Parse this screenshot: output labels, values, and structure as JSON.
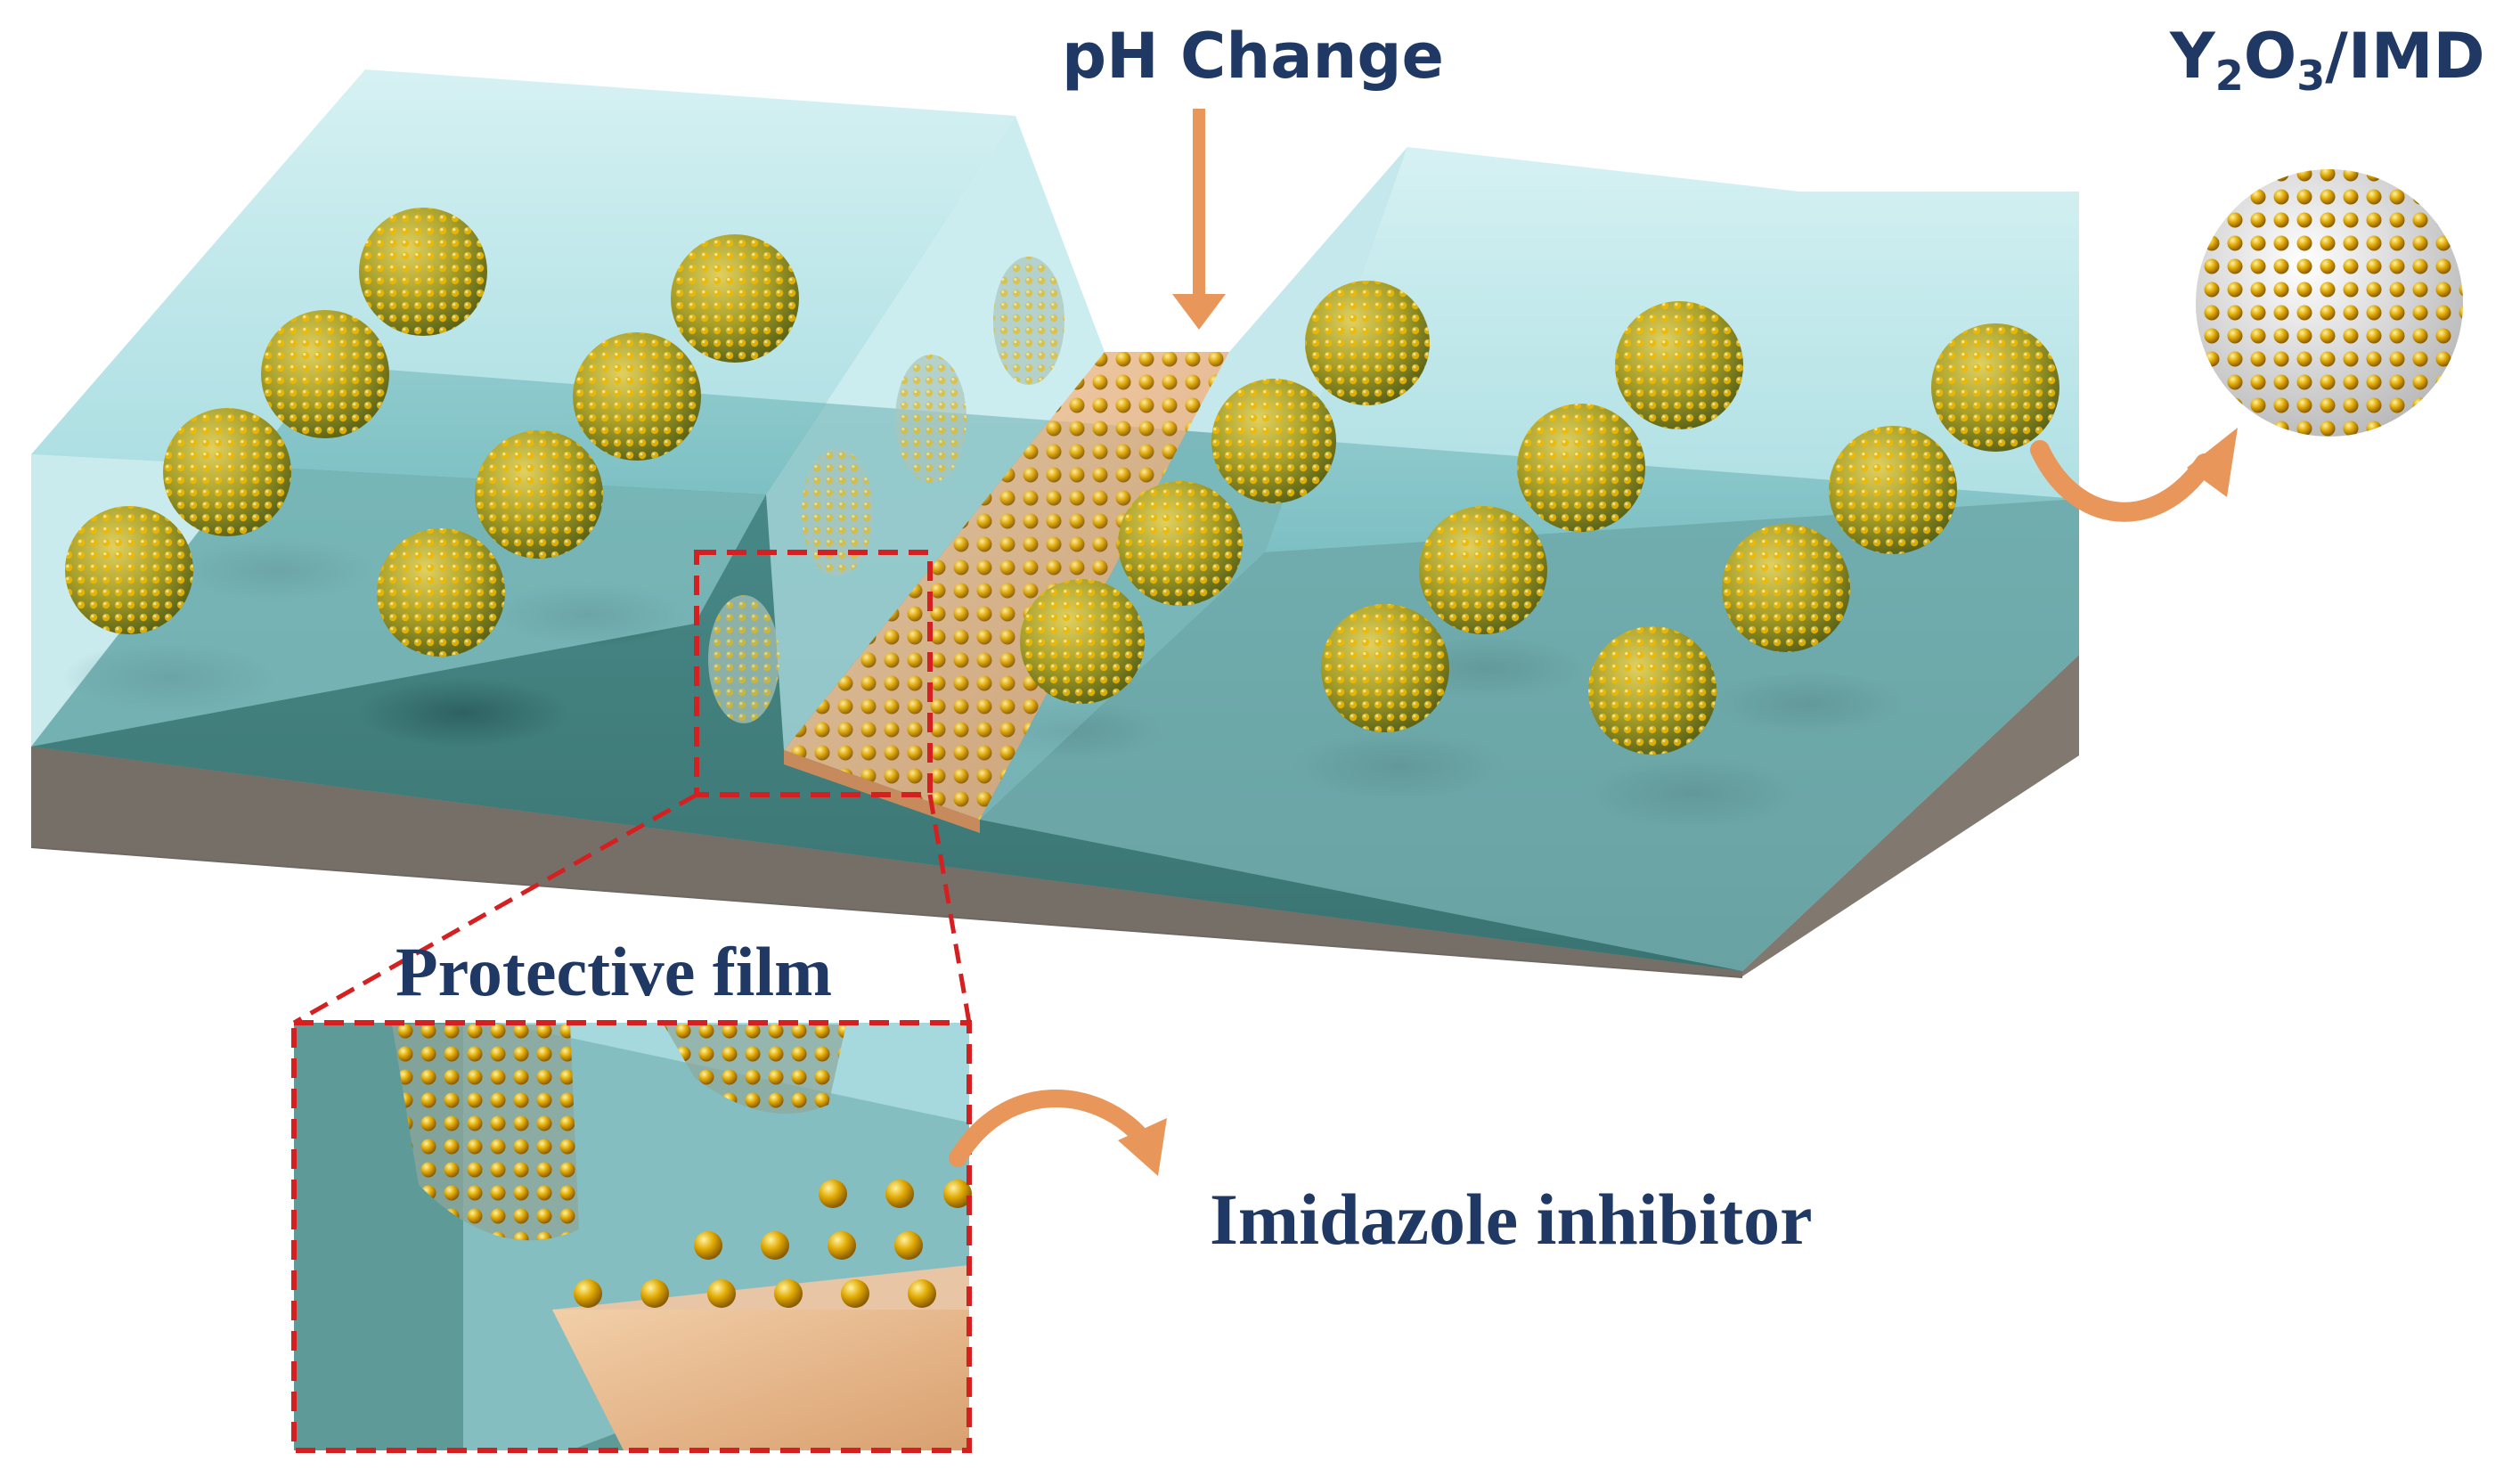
{
  "labels": {
    "ph_change": "pH Change",
    "y2o3_prefix": "Y",
    "y2o3_sub1": "2",
    "y2o3_mid": "O",
    "y2o3_sub2": "3",
    "y2o3_suffix": "/IMD",
    "protective_film": "Protective film",
    "imidazole_inhibitor": "Imidazole inhibitor"
  },
  "colors": {
    "text": "#1f3864",
    "arrow": "#e8965a",
    "dashed_box": "#d42020",
    "substrate_top": "#3f7f7f",
    "substrate_side": "#7a736c",
    "coating": "#a8e0e4",
    "particle_gold": "#c99a06",
    "particle_green": "#7a8a2e",
    "film": "#e8b890"
  }
}
